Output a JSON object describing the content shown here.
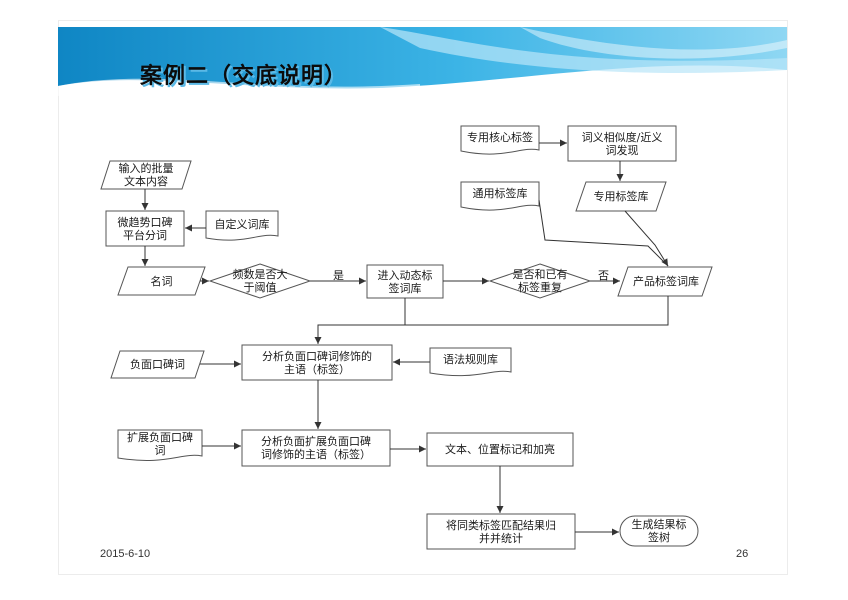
{
  "slide": {
    "title": "案例二（交底说明）",
    "date": "2015-6-10",
    "page_number": "26",
    "colors": {
      "banner_dark": "#1d8fc7",
      "banner_light": "#7fd0f1",
      "stroke": "#555555"
    }
  },
  "nodes": {
    "input_text": "输入的批量\n文本内容",
    "segmentation": "微趋势口碑\n平台分词",
    "custom_dict": "自定义词库",
    "noun": "名词",
    "freq_decision": "频数是否大\n于阈值",
    "dynamic_lib": "进入动态标\n签词库",
    "dup_decision": "是否和已有\n标签重复",
    "product_lib": "产品标签词库",
    "core_tags": "专用核心标签",
    "synonym_discovery": "词义相似度/近义\n词发现",
    "general_lib": "通用标签库",
    "special_lib": "专用标签库",
    "neg_word": "负面口碑词",
    "analyze_subject": "分析负面口碑词修饰的\n主语（标签）",
    "grammar_lib": "语法规则库",
    "ext_neg_word": "扩展负面口碑\n词",
    "analyze_ext_subject": "分析负面扩展负面口碑\n词修饰的主语（标签）",
    "highlight": "文本、位置标记和加亮",
    "merge_stats": "将同类标签匹配结果归\n并并统计",
    "result_tree": "生成结果标\n签树"
  },
  "edges": {
    "yes": "是",
    "no": "否"
  }
}
